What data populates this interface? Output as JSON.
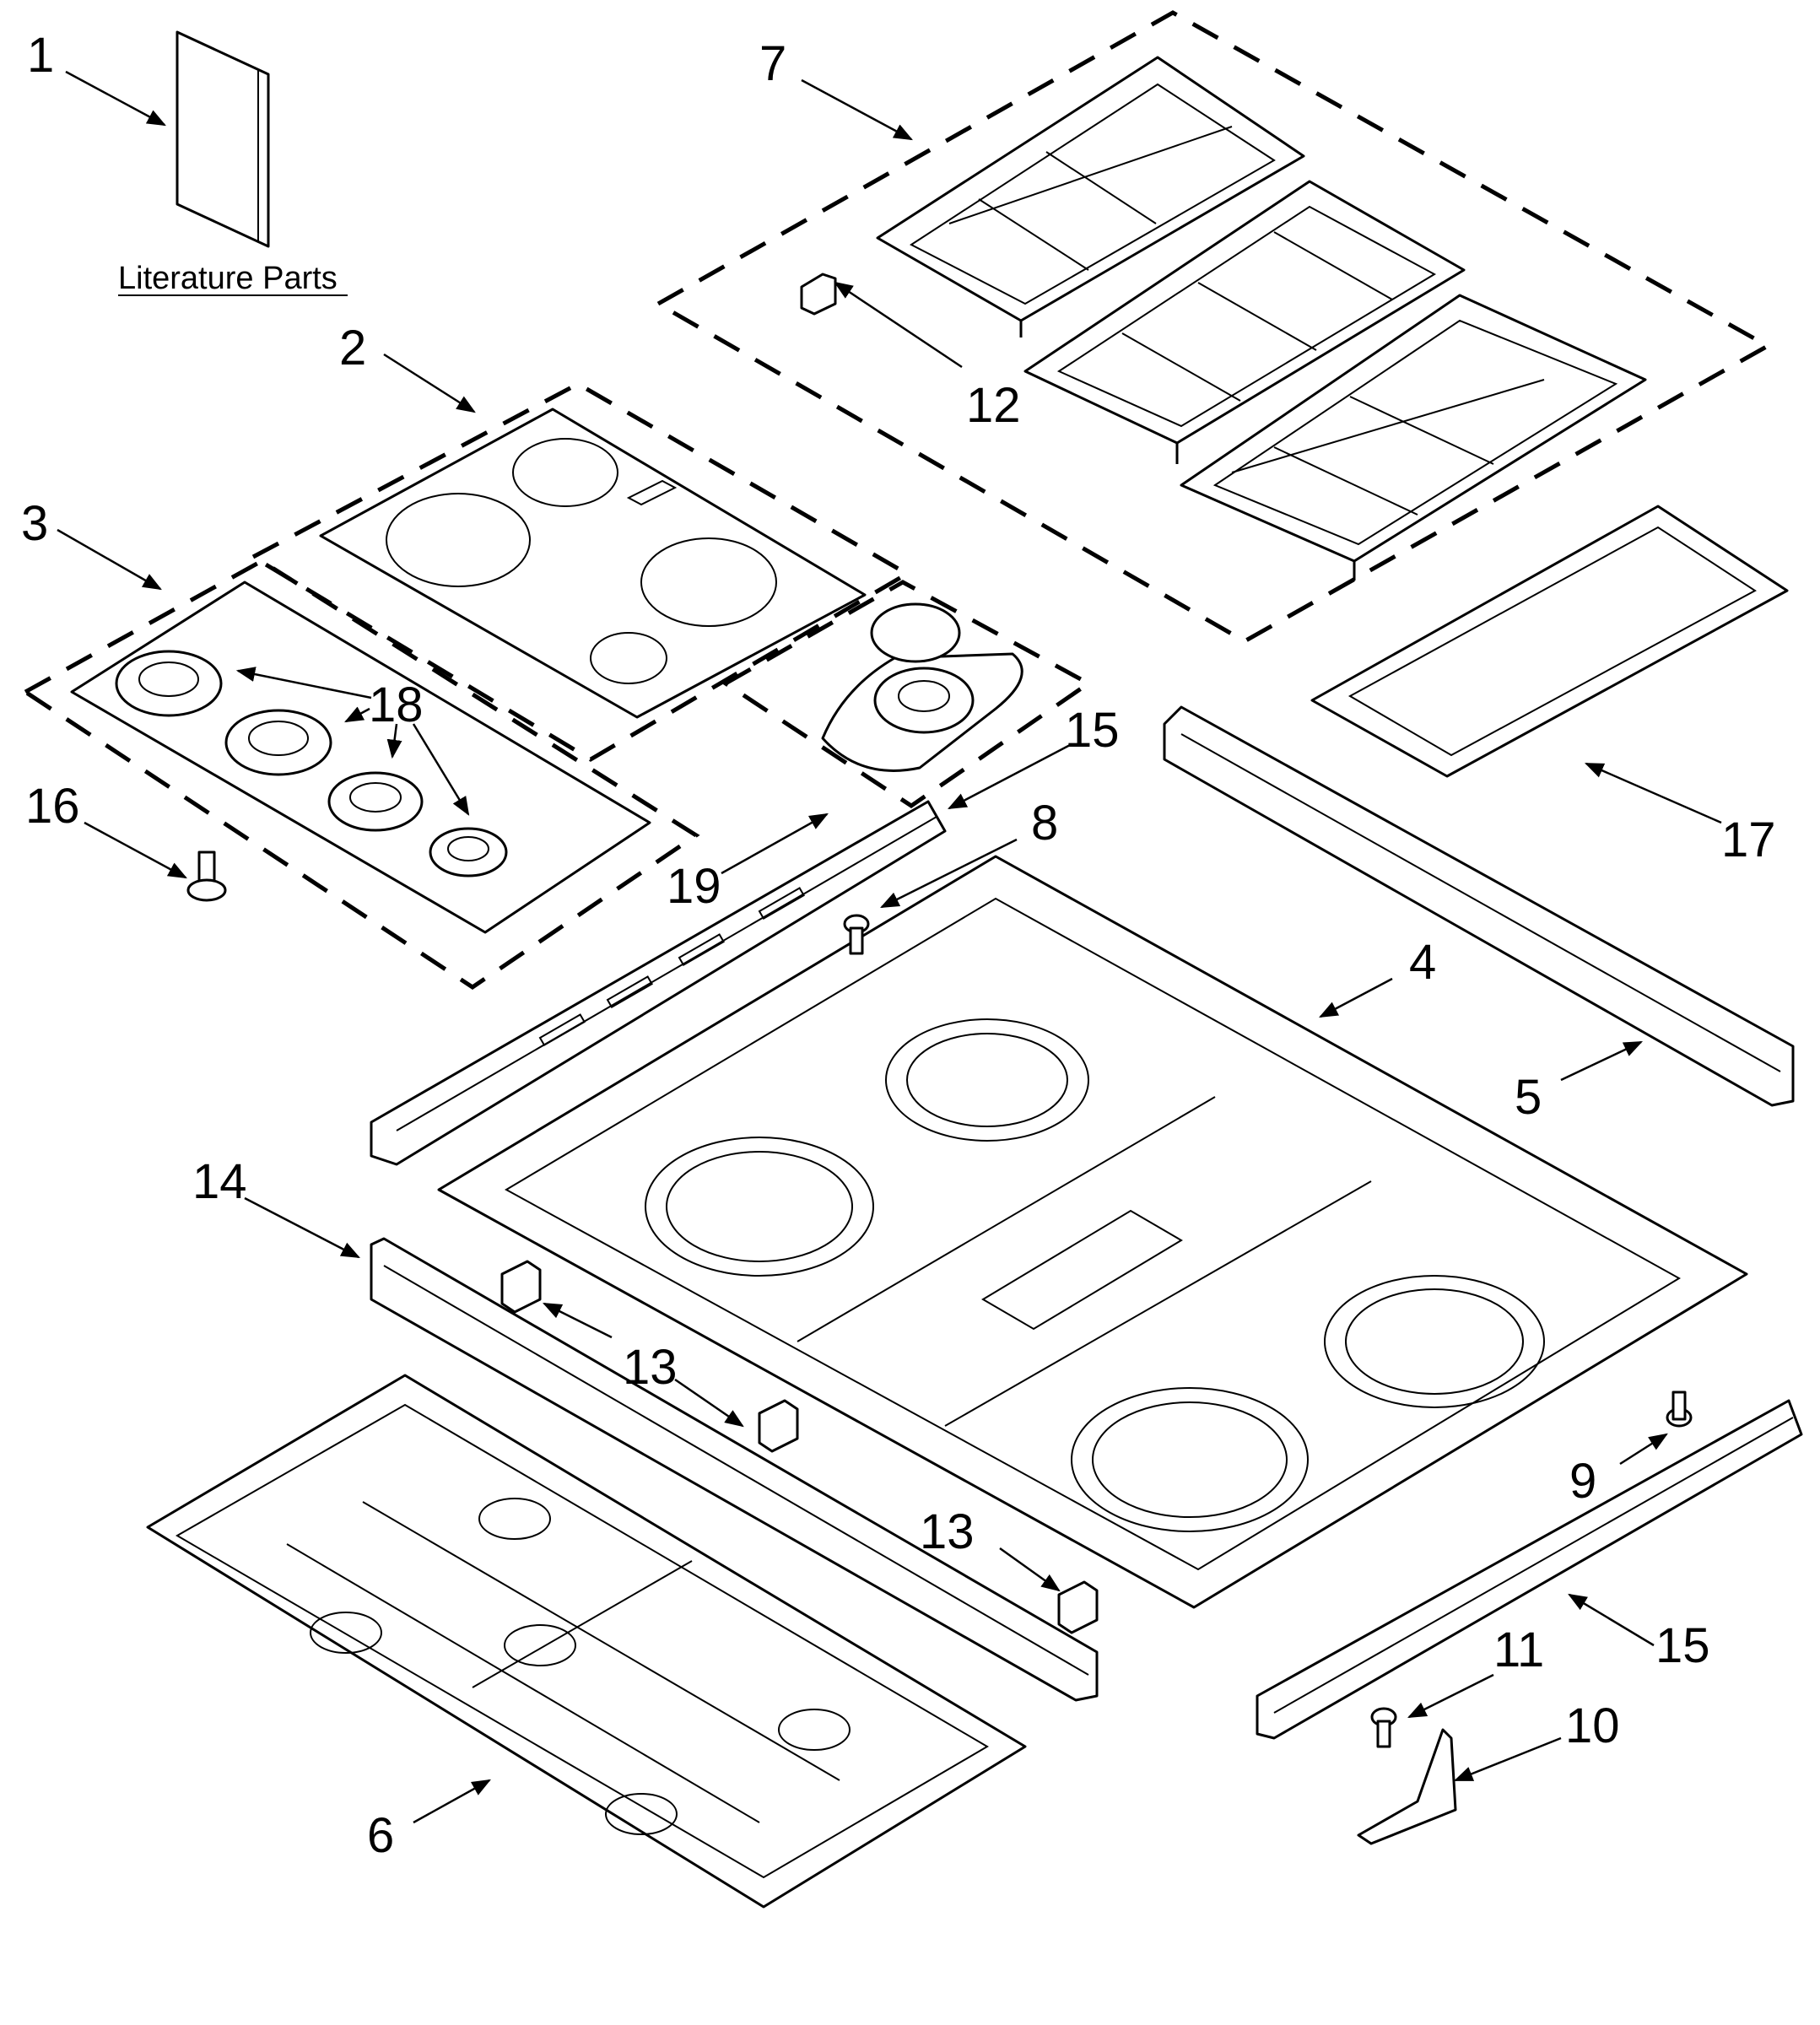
{
  "diagram": {
    "literature_label": "Literature Parts",
    "callouts": {
      "c1": "1",
      "c2": "2",
      "c3": "3",
      "c4": "4",
      "c5": "5",
      "c6": "6",
      "c7": "7",
      "c8": "8",
      "c9": "9",
      "c10": "10",
      "c11": "11",
      "c12": "12",
      "c13a": "13",
      "c13b": "13",
      "c14": "14",
      "c15a": "15",
      "c15b": "15",
      "c16": "16",
      "c17": "17",
      "c18": "18",
      "c19": "19"
    }
  }
}
